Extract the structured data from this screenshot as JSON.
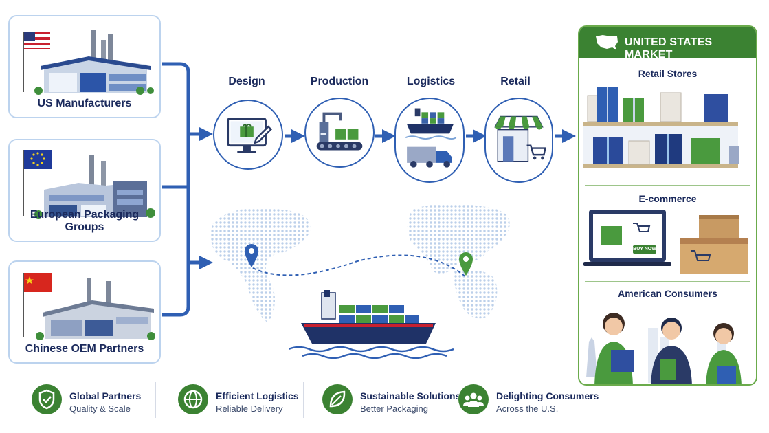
{
  "sources": [
    {
      "label": "US Manufacturers",
      "flag": "us-flag"
    },
    {
      "label": "European Packaging Groups",
      "flag": "eu-flag"
    },
    {
      "label": "Chinese OEM Partners",
      "flag": "china-flag"
    }
  ],
  "stages": [
    {
      "label": "Design",
      "icon": "design-computer-icon"
    },
    {
      "label": "Production",
      "icon": "conveyor-robot-icon"
    },
    {
      "label": "Logistics",
      "icon": "ship-truck-icon"
    },
    {
      "label": "Retail",
      "icon": "storefront-icon"
    }
  ],
  "market": {
    "title": "UNITED STATES MARKET",
    "sections": [
      "Retail Stores",
      "E-commerce",
      "American Consumers"
    ],
    "buy_now": "BUY NOW"
  },
  "features": [
    {
      "title": "Global Partners",
      "subtitle": "Quality & Scale",
      "icon": "shield-check-icon"
    },
    {
      "title": "Efficient Logistics",
      "subtitle": "Reliable Delivery",
      "icon": "globe-icon"
    },
    {
      "title": "Sustainable Solutions",
      "subtitle": "Better Packaging",
      "icon": "leaf-icon"
    },
    {
      "title": "Delighting Consumers",
      "subtitle": "Across the U.S.",
      "icon": "people-icon"
    }
  ],
  "colors": {
    "navy": "#1b2a5c",
    "blue": "#2f5fb3",
    "green": "#3b8232",
    "light_green": "#6bab4c"
  }
}
